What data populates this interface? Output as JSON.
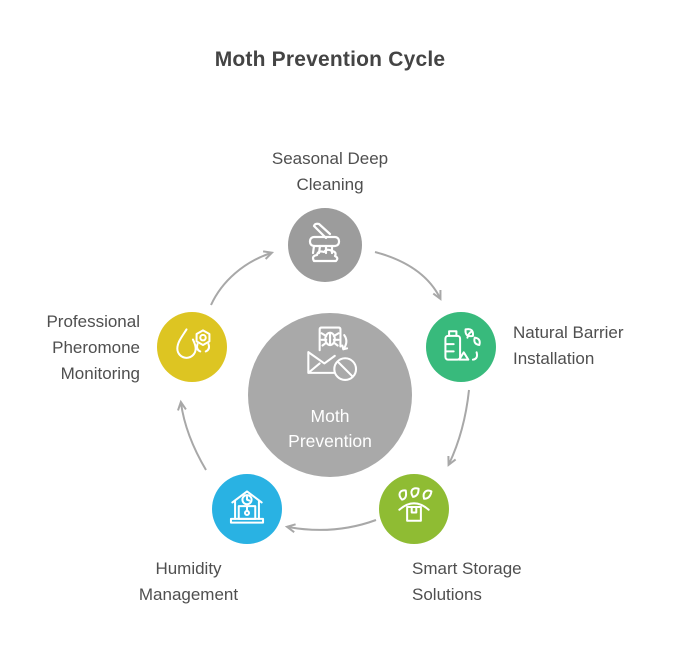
{
  "title": "Moth Prevention Cycle",
  "title_color": "#444444",
  "text_color": "#4f4f4f",
  "arrow_color": "#a8a8a8",
  "center": {
    "label": "Moth\nPrevention",
    "icon": "moth-prevention-icon",
    "color": "#a9a9a9",
    "text_color": "#ffffff"
  },
  "nodes": [
    {
      "id": "seasonal-deep-cleaning",
      "label": "Seasonal Deep\nCleaning",
      "icon": "cleaning-brush-icon",
      "color": "#9c9c9c"
    },
    {
      "id": "natural-barrier-installation",
      "label": "Natural Barrier\nInstallation",
      "icon": "herbal-bottle-icon",
      "color": "#38ba7c"
    },
    {
      "id": "smart-storage-solutions",
      "label": "Smart Storage\nSolutions",
      "icon": "storage-box-icon",
      "color": "#8fbc33"
    },
    {
      "id": "humidity-management",
      "label": "Humidity\nManagement",
      "icon": "clock-house-icon",
      "color": "#29b2e3"
    },
    {
      "id": "professional-pheromone-monitoring",
      "label": "Professional\nPheromone\nMonitoring",
      "icon": "droplet-nut-icon",
      "color": "#ddc522"
    }
  ],
  "arrows": [
    {
      "id": "arrow-pheromone-to-cleaning"
    },
    {
      "id": "arrow-cleaning-to-barrier"
    },
    {
      "id": "arrow-barrier-to-storage"
    },
    {
      "id": "arrow-storage-to-humidity"
    },
    {
      "id": "arrow-humidity-to-pheromone"
    }
  ]
}
